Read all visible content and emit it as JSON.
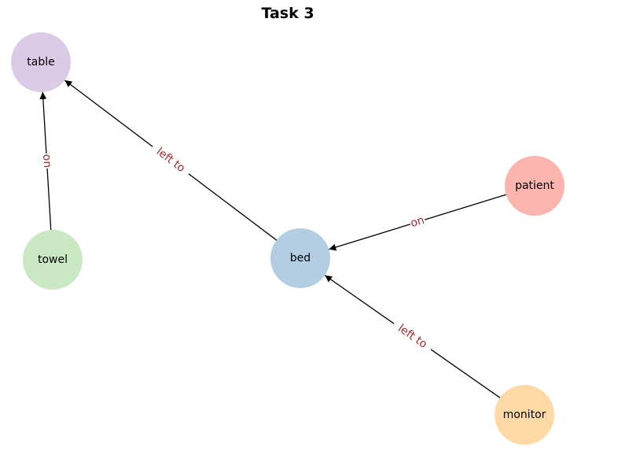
{
  "title": "Task 3",
  "colors": {
    "edge": "#000000",
    "edge_label": "#a52a2a"
  },
  "nodes": [
    {
      "id": "table",
      "label": "table",
      "color": "#dccbe6"
    },
    {
      "id": "towel",
      "label": "towel",
      "color": "#c9e8c3"
    },
    {
      "id": "bed",
      "label": "bed",
      "color": "#b3cde3"
    },
    {
      "id": "patient",
      "label": "patient",
      "color": "#fbb4ae"
    },
    {
      "id": "monitor",
      "label": "monitor",
      "color": "#fed9a6"
    }
  ],
  "edges": [
    {
      "from": "towel",
      "to": "table",
      "label": "on"
    },
    {
      "from": "bed",
      "to": "table",
      "label": "left to"
    },
    {
      "from": "patient",
      "to": "bed",
      "label": "on"
    },
    {
      "from": "monitor",
      "to": "bed",
      "label": "left to"
    }
  ]
}
